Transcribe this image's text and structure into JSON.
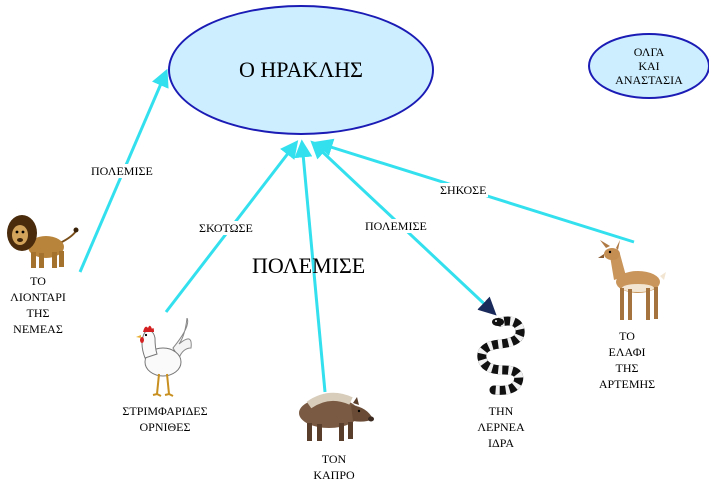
{
  "colors": {
    "arrow": "#33e0ee",
    "ellipse_fill": "#cdeeff",
    "ellipse_border": "#1b1bb5"
  },
  "main_node": {
    "label": "Ο ΗΡΑΚΛΗΣ"
  },
  "authors_node": {
    "label": "ΟΛΓΑ\nΚΑΙ\nΑΝΑΣΤΑΣΙΑ"
  },
  "central_label": "ΠΟΛΕΜΙΣΕ",
  "nodes": {
    "lion": {
      "label": "ΤΟ\nΛΙΟΝΤΑΡΙ\nΤΗΣ\nΝΕΜΕΑΣ",
      "icon": "lion-icon"
    },
    "birds": {
      "label": "ΣΤΡΙΜΦΑΡΙΔΕΣ\nΟΡΝΙΘΕΣ",
      "icon": "rooster-icon"
    },
    "boar": {
      "label": "ΤΟΝ\nΚΑΠΡΟ",
      "icon": "boar-icon"
    },
    "hydra": {
      "label": "ΤΗΝ\nΛΕΡΝΕΑ\nΙΔΡΑ",
      "icon": "snake-icon"
    },
    "deer": {
      "label": "ΤΟ\nΕΛΑΦΙ\nΤΗΣ\nΑΡΤΕΜΗΣ",
      "icon": "deer-icon"
    }
  },
  "links": {
    "lion": "ΠΟΛΕΜΙΣΕ",
    "birds": "ΣΚΟΤΩΣΕ",
    "hydra": "ΠΟΛΕΜΙΣΕ",
    "deer": "ΣΗΚΟΣΕ"
  }
}
